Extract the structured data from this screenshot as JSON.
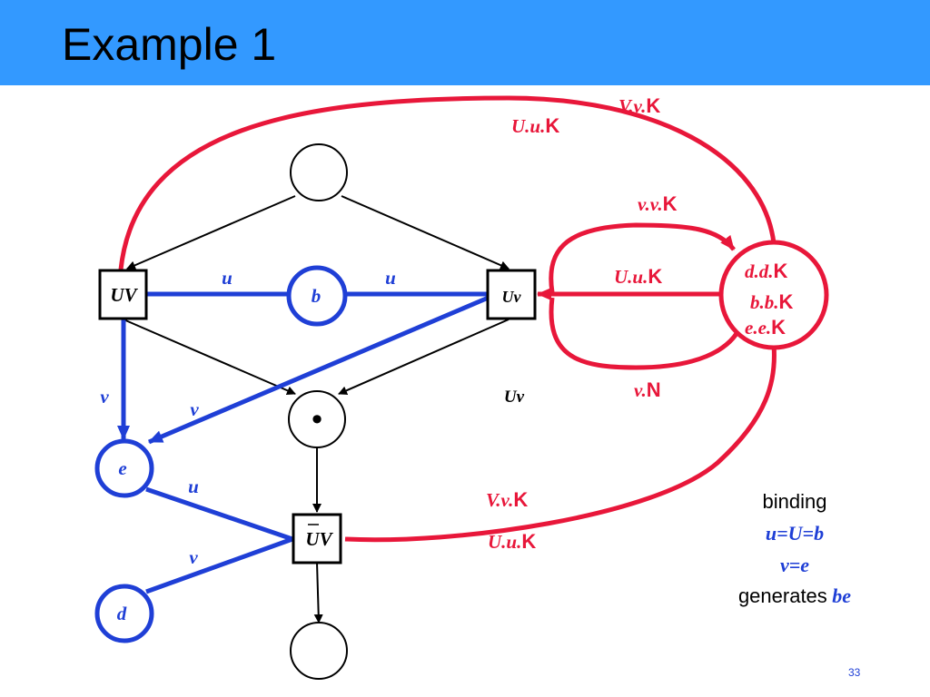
{
  "title": "Example 1",
  "colors": {
    "header": "#3399ff",
    "blue": "#1f3fd6",
    "red": "#e8173a",
    "black": "#000000"
  },
  "transitions": {
    "uv_left": "UV",
    "uv_right": "Uv",
    "uv_bar": "UV",
    "uv_float": "Uv"
  },
  "places": {
    "b": "b",
    "e": "e",
    "d": "d",
    "token": "•"
  },
  "blue_arcs": {
    "u_left": "u",
    "u_right": "u",
    "v_down": "v",
    "v_diag": "v",
    "u_lower": "u",
    "v_lower": "v"
  },
  "red_labels": {
    "top_var": "V.v.",
    "top_k": "K",
    "top2_var": "U.u.",
    "top2_k": "K",
    "vv_var": "v.v.",
    "vv_k": "K",
    "uu_var": "U.u.",
    "uu_k": "K",
    "vn_var": "v.",
    "vn_n": "N",
    "bot_var": "V.v.",
    "bot_k": "K",
    "bot2_var": "U.u.",
    "bot2_k": "K"
  },
  "red_place": {
    "dd_var": "d.d.",
    "dd_k": "K",
    "bb_var": "b.b.",
    "bb_k": "K",
    "ee_var": "e.e.",
    "ee_k": "K"
  },
  "binding": {
    "heading": "binding",
    "line1": "u=U=b",
    "line2": "v=e",
    "gen_word": "generates",
    "gen_val": "be"
  },
  "page_number": "33"
}
